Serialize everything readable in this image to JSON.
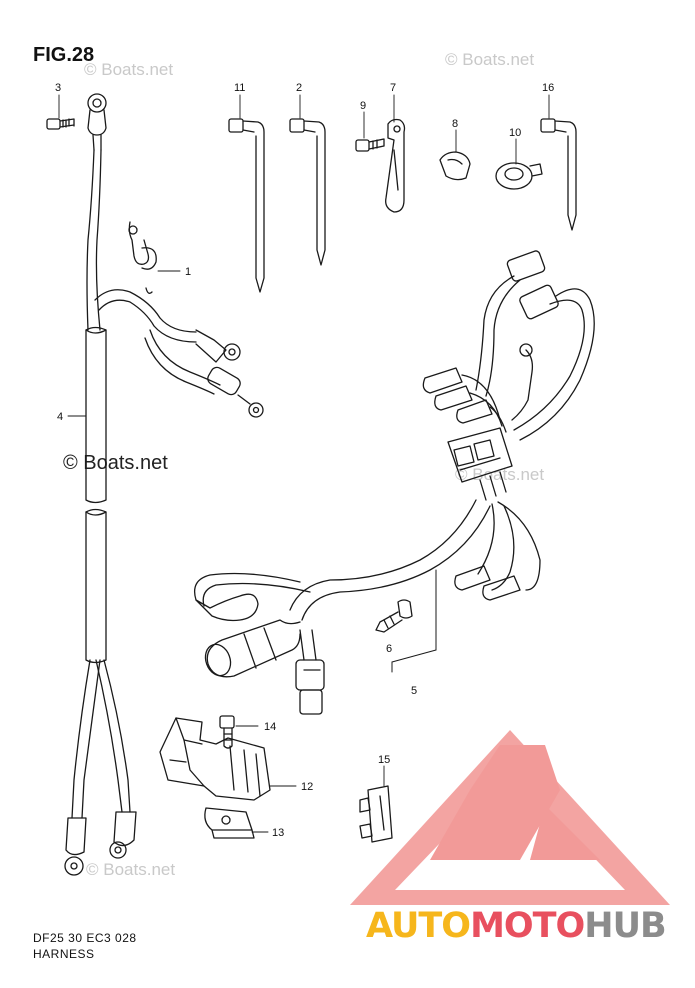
{
  "figure": {
    "title": "FIG.28",
    "watermark_main": "© Boats.net",
    "watermark_faint": "© Boats.net",
    "footer_code": "DF25 30 EC3  028",
    "footer_name": "HARNESS"
  },
  "callouts": [
    "1",
    "2",
    "3",
    "4",
    "5",
    "6",
    "7",
    "8",
    "9",
    "10",
    "11",
    "12",
    "13",
    "14",
    "15",
    "16"
  ],
  "brand": {
    "part1": "AUTO",
    "part2": "MOTO",
    "part3": "HUB",
    "colors": {
      "auto": "#f6b61c",
      "moto": "#e8505f",
      "hub": "#8c8c8c",
      "logo_red": "#f08a8a"
    }
  }
}
